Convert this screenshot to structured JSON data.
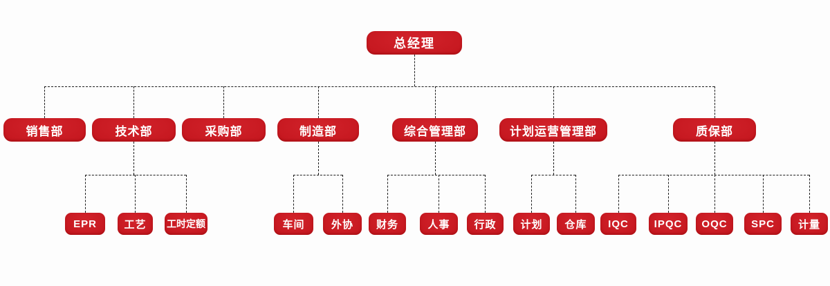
{
  "org_chart": {
    "root": {
      "label": "总经理"
    },
    "departments": [
      {
        "label": "销售部",
        "children": []
      },
      {
        "label": "技术部",
        "children": [
          {
            "label": "EPR"
          },
          {
            "label": "工艺"
          },
          {
            "label": "工时定额"
          }
        ]
      },
      {
        "label": "采购部",
        "children": []
      },
      {
        "label": "制造部",
        "children": [
          {
            "label": "车间"
          },
          {
            "label": "外协"
          }
        ]
      },
      {
        "label": "综合管理部",
        "children": [
          {
            "label": "财务"
          },
          {
            "label": "人事"
          },
          {
            "label": "行政"
          }
        ]
      },
      {
        "label": "计划运营管理部",
        "children": [
          {
            "label": "计划"
          },
          {
            "label": "仓库"
          }
        ]
      },
      {
        "label": "质保部",
        "children": [
          {
            "label": "IQC"
          },
          {
            "label": "IPQC"
          },
          {
            "label": "OQC"
          },
          {
            "label": "SPC"
          },
          {
            "label": "计量"
          }
        ]
      }
    ],
    "colors": {
      "node_fill": "#c4161e",
      "node_fill_light": "#d2232b",
      "node_fill_dark": "#a01016",
      "node_text": "#ffffff",
      "connector": "#1a1a1a",
      "background": "#fdfdfd"
    }
  }
}
